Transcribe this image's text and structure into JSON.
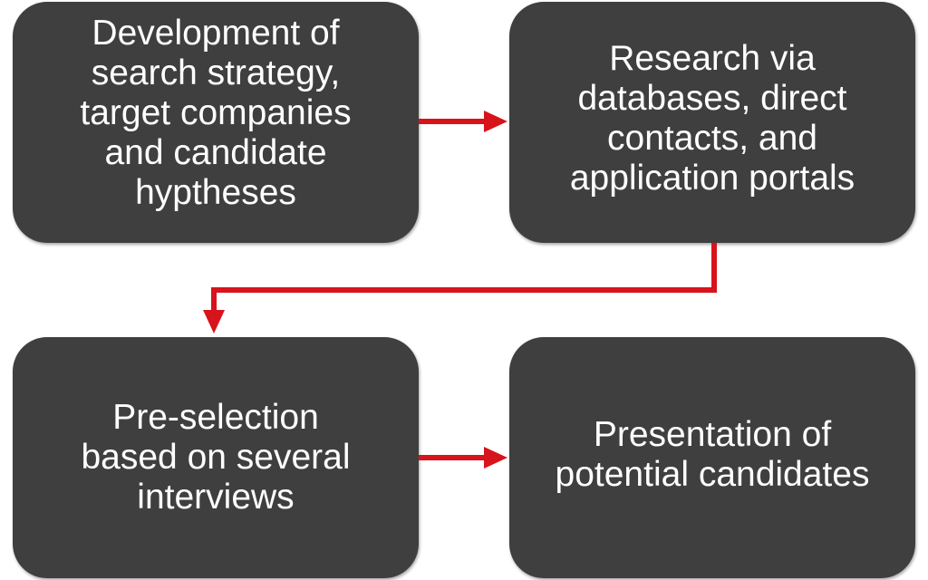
{
  "flow": {
    "steps": [
      {
        "label": "Development of\nsearch strategy,\ntarget companies\nand candidate\nhyptheses"
      },
      {
        "label": "Research via\ndatabases, direct\ncontacts, and\napplication portals"
      },
      {
        "label": "Pre-selection\nbased on several\ninterviews"
      },
      {
        "label": "Presentation of\npotential candidates"
      }
    ]
  },
  "colors": {
    "box_fill": "#3f3f3f",
    "box_text": "#ffffff",
    "arrow": "#d7131c",
    "background": "#ffffff"
  }
}
